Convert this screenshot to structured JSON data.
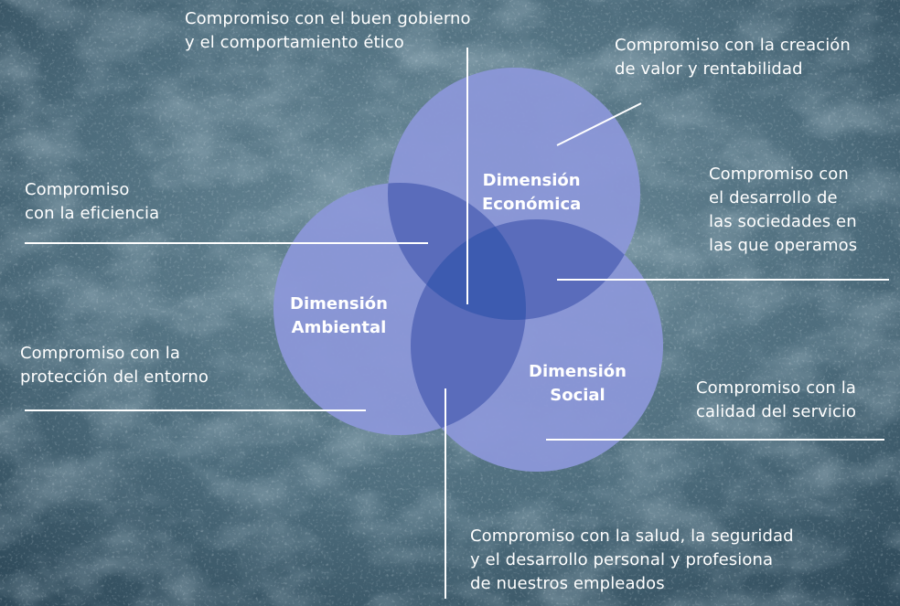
{
  "background": {
    "description_icon": "water-texture-background",
    "base_color": "#4f6f7f"
  },
  "circle_color": "#8b97d8",
  "overlap_color": "#5a6cbb",
  "center_color": "#3d5bb0",
  "dimensions": {
    "economica": "Dimensión\nEconómica",
    "ambiental": "Dimensión\nAmbiental",
    "social": "Dimensión\nSocial"
  },
  "commitments": {
    "gobierno": "Compromiso con el buen gobierno\ny el comportamiento ético",
    "valor": "Compromiso con la creación\nde valor y rentabilidad",
    "eficiencia": "Compromiso\ncon la eficiencia",
    "sociedades": "Compromiso con\nel desarrollo de\nlas sociedades en\nlas que operamos",
    "entorno": "Compromiso con la\nprotección del entorno",
    "servicio": "Compromiso con la\ncalidad del servicio",
    "empleados": "Compromiso con la salud, la seguridad\ny el desarrollo personal y profesiona\nde nuestros empleados"
  }
}
